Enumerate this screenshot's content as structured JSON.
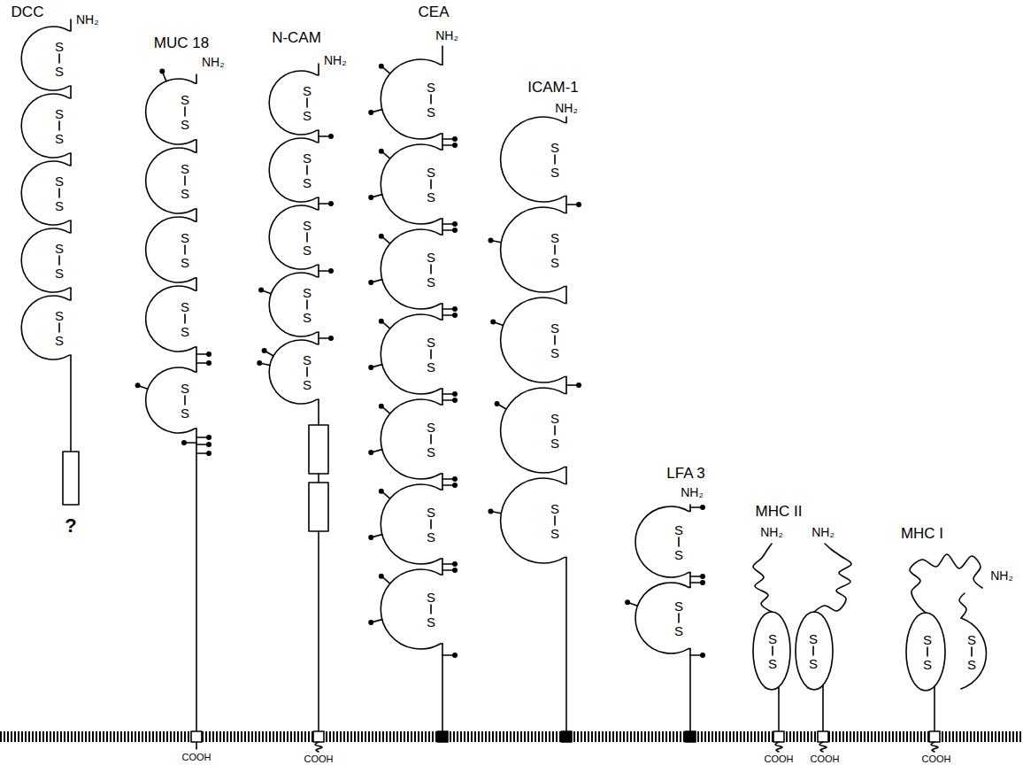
{
  "diagram": {
    "labels": [
      "DCC",
      "NH₂",
      "S",
      "S",
      "S",
      "S",
      "S",
      "S",
      "S",
      "S",
      "S",
      "S",
      "?",
      "MUC 18",
      "NH₂",
      "S",
      "S",
      "S",
      "S",
      "S",
      "S",
      "S",
      "S",
      "S",
      "S",
      "COOH",
      "N-CAM",
      "NH₂",
      "S",
      "S",
      "S",
      "S",
      "S",
      "S",
      "S",
      "S",
      "S",
      "S",
      "COOH",
      "CEA",
      "NH₂",
      "S",
      "S",
      "S",
      "S",
      "S",
      "S",
      "S",
      "S",
      "S",
      "S",
      "S",
      "S",
      "S",
      "S",
      "ICAM-1",
      "NH₂",
      "S",
      "S",
      "S",
      "S",
      "S",
      "S",
      "S",
      "S",
      "S",
      "S",
      "LFA 3",
      "NH₂",
      "S",
      "S",
      "S",
      "S",
      "MHC II",
      "NH₂",
      "NH₂",
      "S",
      "S",
      "S",
      "S",
      "COOH",
      "COOH",
      "MHC I",
      "NH₂",
      "S",
      "S",
      "S",
      "S",
      "COOH"
    ]
  }
}
